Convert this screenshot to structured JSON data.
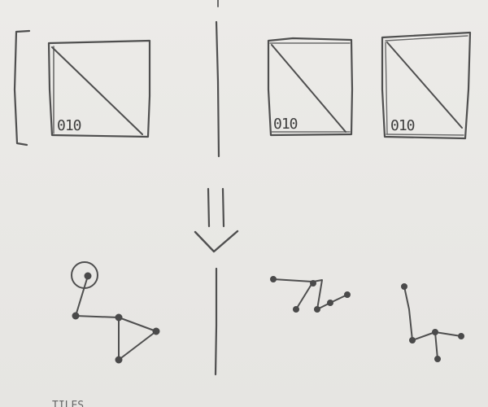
{
  "diagram": {
    "cell_labels": [
      "010",
      "010",
      "010"
    ],
    "bottom_caption": "TILES"
  },
  "colors": {
    "paper": "#e9e9e6",
    "pencil": "#4f4f4f"
  }
}
